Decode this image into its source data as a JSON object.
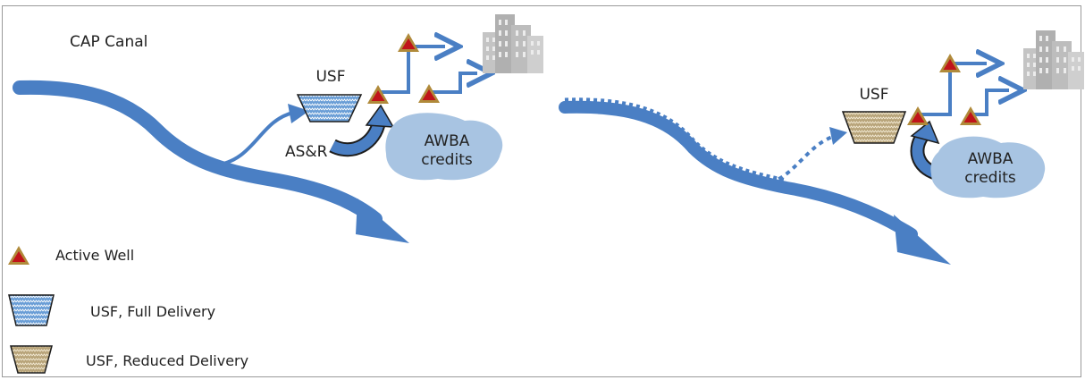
{
  "canal_label": "CAP Canal",
  "left_panel": {
    "usf_label": "USF",
    "asr_label": "AS&R",
    "awba_line1": "AWBA",
    "awba_line2": "credits"
  },
  "right_panel": {
    "usf_label": "USF",
    "awba_line1": "AWBA",
    "awba_line2": "credits"
  },
  "legend": {
    "active_well": "Active Well",
    "usf_full": "USF,  Full Delivery",
    "usf_reduced": "USF,  Reduced Delivery"
  },
  "colors": {
    "river_blue": "#4a7fc4",
    "cloud_blue": "#a8c4e2",
    "well_red": "#c0141a",
    "well_border": "#b08a3a",
    "usf_full_fill": "#6a9ed6",
    "usf_reduced_fill": "#b8a47a",
    "building_gray": "#b9b9b9"
  }
}
